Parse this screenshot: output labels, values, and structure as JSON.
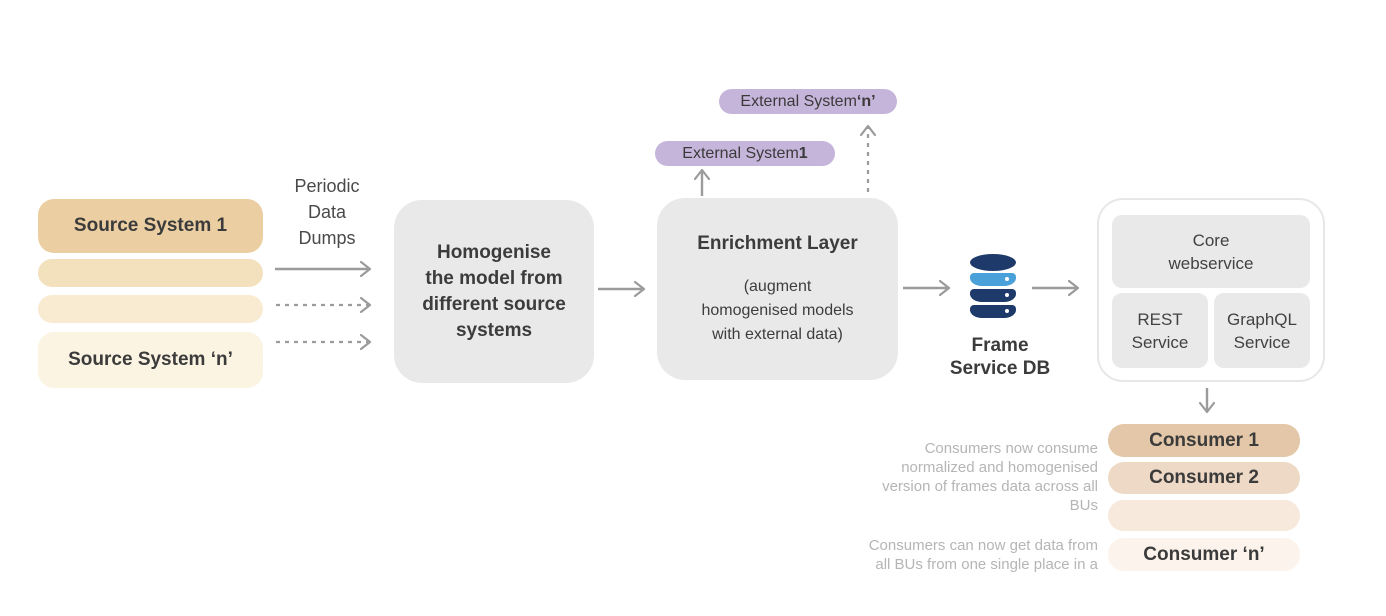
{
  "palette": {
    "box_gray": "#e9e9e9",
    "badge_purple": "#c6b5da",
    "arrow_gray": "#9b9b9b",
    "text_dark": "#3b3b3b",
    "note_gray": "#b5b5b5",
    "db_navy": "#1e3a6b",
    "db_blue": "#4aa0d8",
    "source_shades": [
      "#ebcfa2",
      "#f3e0bd",
      "#f8ebd2",
      "#fcf4e3"
    ],
    "consumer_shades": [
      "#e3c7a8",
      "#edd9c5",
      "#f7e9dc",
      "#fcf4ec"
    ]
  },
  "sources": {
    "system1": "Source System 1",
    "systemN": "Source System ‘n’"
  },
  "flow_label": {
    "lines": [
      "Periodic",
      "Data",
      "Dumps"
    ]
  },
  "homogenise": {
    "lines": [
      "Homogenise",
      "the model from",
      "different source",
      "systems"
    ]
  },
  "enrichment": {
    "title": "Enrichment Layer",
    "subtitle_lines": [
      "(augment",
      "homogenised models",
      "with external data)"
    ]
  },
  "external_systems": [
    {
      "prefix": "External System ",
      "emph": "1"
    },
    {
      "prefix": "External System ",
      "emph": "‘n’"
    }
  ],
  "database": {
    "label_lines": [
      "Frame",
      "Service DB"
    ]
  },
  "services": {
    "core_lines": [
      "Core",
      "webservice"
    ],
    "rest_lines": [
      "REST",
      "Service"
    ],
    "graphql_lines": [
      "GraphQL",
      "Service"
    ]
  },
  "consumers": {
    "c1": "Consumer 1",
    "c2": "Consumer 2",
    "cn": "Consumer ‘n’"
  },
  "notes": [
    {
      "lines": [
        "Consumers now consume",
        "normalized and homogenised",
        "version of frames data across all",
        "BUs"
      ]
    },
    {
      "lines": [
        "Consumers can now get data from",
        "all BUs from one single place in a"
      ]
    }
  ]
}
